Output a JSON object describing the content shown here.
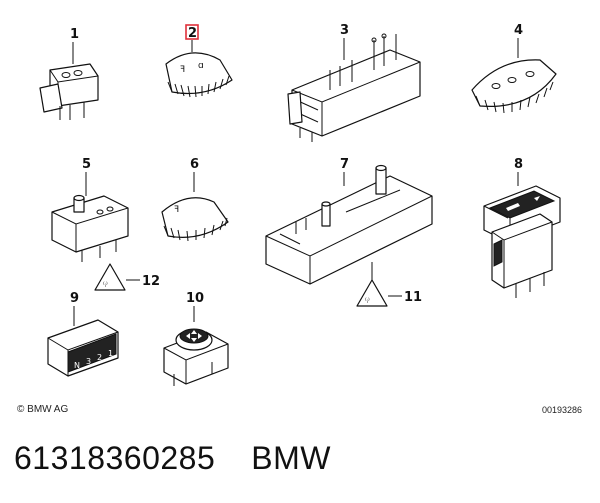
{
  "labels": {
    "p1": "1",
    "p2": "2",
    "p3": "3",
    "p4": "4",
    "p5": "5",
    "p6": "6",
    "p7": "7",
    "p8": "8",
    "p9": "9",
    "p10": "10",
    "p11": "11",
    "p12": "12"
  },
  "highlighted_part": "2",
  "highlight_color": "#e0303a",
  "footer": {
    "copyright": "© BMW AG",
    "doc_number": "00193286"
  },
  "caption": {
    "part_number": "61318360285",
    "brand": "BMW"
  }
}
